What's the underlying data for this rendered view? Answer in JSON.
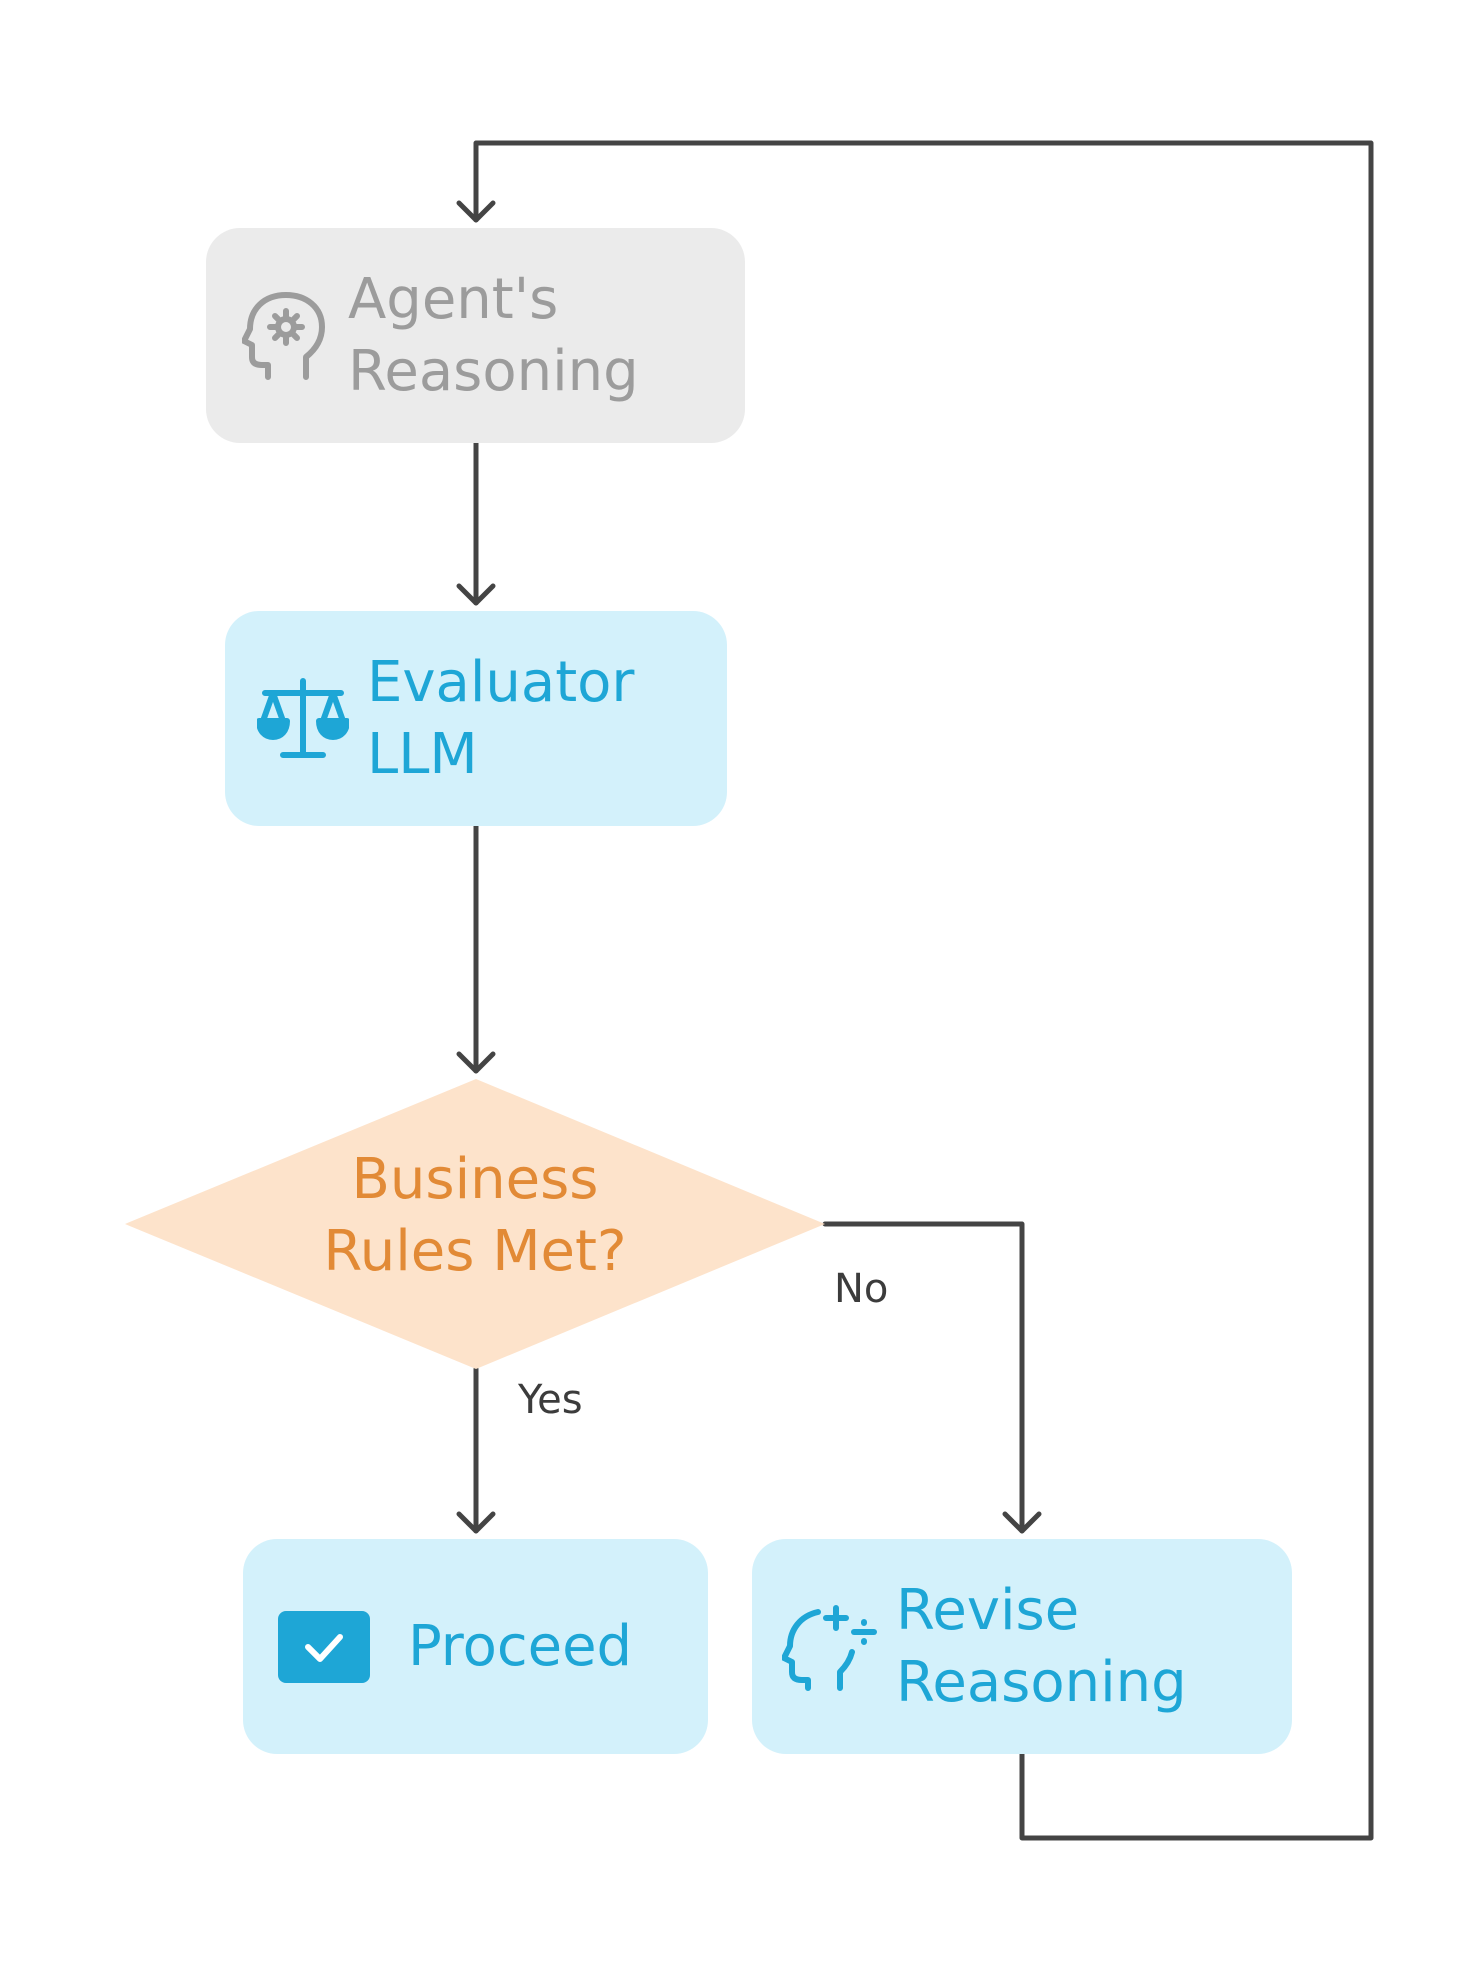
{
  "colors": {
    "edge": "#444444",
    "gray_fill": "#ebebeb",
    "gray_text": "#9c9c9c",
    "blue_fill": "#d3f1fb",
    "blue_text": "#1ea6d6",
    "decision_fill": "#fde3cb",
    "decision_text": "#e28a36"
  },
  "nodes": {
    "agent_reasoning": {
      "line1": "Agent's",
      "line2": "Reasoning",
      "icon": "head-gear-icon"
    },
    "evaluator": {
      "line1": "Evaluator",
      "line2": "LLM",
      "icon": "scales-icon"
    },
    "decision": {
      "line1": "Business",
      "line2": "Rules Met?"
    },
    "proceed": {
      "label": "Proceed",
      "icon": "checkbox-icon"
    },
    "revise": {
      "line1": "Revise",
      "line2": "Reasoning",
      "icon": "head-plus-minus-icon"
    }
  },
  "edges": {
    "no_label": "No",
    "yes_label": "Yes"
  }
}
